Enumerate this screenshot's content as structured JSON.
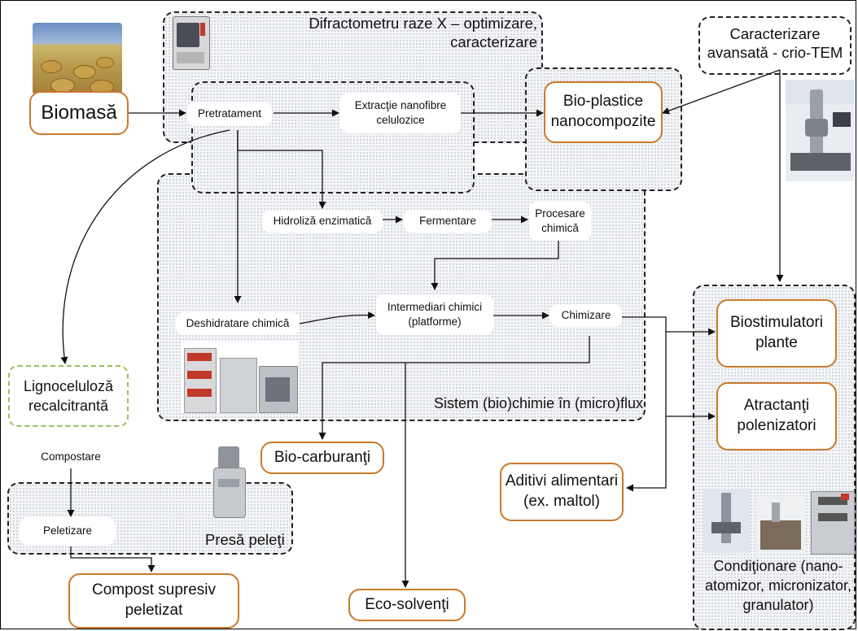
{
  "labels": {
    "difractometru": "Difractometru raze X – optimizare, caracterizare",
    "crio_tem": "Caracterizare avansată - crio-TEM",
    "sistem_flux": "Sistem (bio)chimie în (micro)flux",
    "presa_peleti": "Presă peleţi",
    "conditionare": "Condiţionare (nano-atomizor, micronizator, granulator)"
  },
  "nodes": {
    "biomasa": "Biomasă",
    "pretratament": "Pretratament",
    "extractie": "Extracţie nanofibre celulozice",
    "bioplastice": "Bio-plastice nanocompozite",
    "hidroliza": "Hidroliză enzimatică",
    "fermentare": "Fermentare",
    "procesare": "Procesare chimică",
    "deshidratare": "Deshidratare chimică",
    "intermediari": "Intermediari chimici (platforme)",
    "chimizare": "Chimizare",
    "lignoceluloza": "Lignoceluloză recalcitrantă",
    "compostare": "Compostare",
    "peletizare": "Peletizare",
    "compost": "Compost supresiv peletizat",
    "biocarburanti": "Bio-carburanţi",
    "ecosolventi": "Eco-solvenţi",
    "aditivi": "Aditivi alimentari (ex. maltol)",
    "biostimulatori": "Biostimulatori plante",
    "atractanti": "Atractanţi polenizatori"
  },
  "colors": {
    "orange_border": "#c97a2b",
    "green_border": "#9bbf5a",
    "dashed_border": "#222222"
  }
}
